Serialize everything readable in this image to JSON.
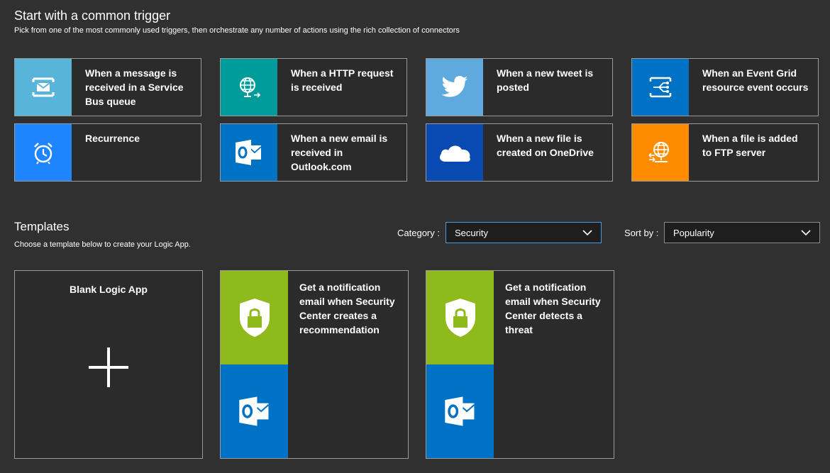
{
  "header": {
    "title": "Start with a common trigger",
    "subtitle": "Pick from one of the most commonly used triggers, then orchestrate any number of actions using the rich collection of connectors"
  },
  "triggers": [
    {
      "label": "When a message is received in a Service Bus queue",
      "icon": "service-bus-icon",
      "color": "#59b4d9"
    },
    {
      "label": "When a HTTP request is received",
      "icon": "http-request-icon",
      "color": "#009c9c"
    },
    {
      "label": "When a new tweet is posted",
      "icon": "twitter-icon",
      "color": "#5ea9dd"
    },
    {
      "label": "When an Event Grid resource event occurs",
      "icon": "event-grid-icon",
      "color": "#0072c6"
    },
    {
      "label": "Recurrence",
      "icon": "alarm-clock-icon",
      "color": "#1f85ff"
    },
    {
      "label": "When a new email is received in Outlook.com",
      "icon": "outlook-icon",
      "color": "#0072c6"
    },
    {
      "label": "When a new file is created on OneDrive",
      "icon": "onedrive-icon",
      "color": "#094ab2"
    },
    {
      "label": "When a file is added to FTP server",
      "icon": "ftp-icon",
      "color": "#ff8c00"
    }
  ],
  "templates": {
    "title": "Templates",
    "subtitle": "Choose a template below to create your Logic App.",
    "category_label": "Category :",
    "category_value": "Security",
    "sort_label": "Sort by :",
    "sort_value": "Popularity",
    "cards": [
      {
        "label": "Blank Logic App",
        "icon": "plus-icon"
      },
      {
        "label": "Get a notification email when Security Center creates a recommendation",
        "icons": [
          "security-center-icon",
          "outlook-icon"
        ]
      },
      {
        "label": "Get a notification email when Security Center detects a threat",
        "icons": [
          "security-center-icon",
          "outlook-icon"
        ]
      }
    ]
  },
  "colors": {
    "background": "#303030",
    "card_border": "#9a9a9a",
    "security_green": "#8fba1c",
    "outlook_blue": "#0072c6",
    "focus_border": "#4a9ae0"
  }
}
